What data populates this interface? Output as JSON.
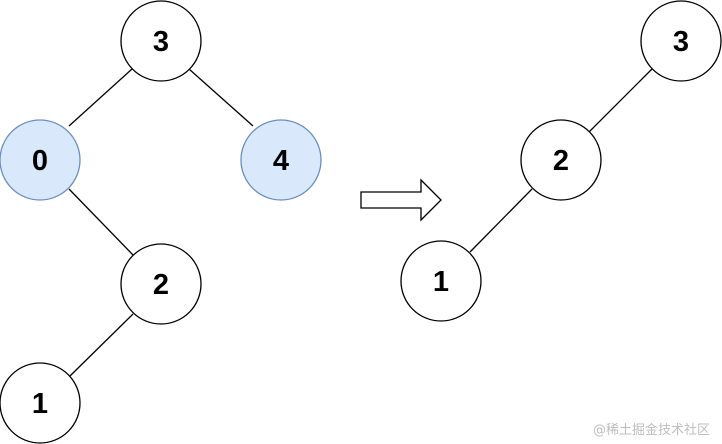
{
  "trees": {
    "left": {
      "nodes": [
        {
          "id": "n3",
          "label": "3",
          "highlight": false
        },
        {
          "id": "n0",
          "label": "0",
          "highlight": true
        },
        {
          "id": "n4",
          "label": "4",
          "highlight": true
        },
        {
          "id": "n2",
          "label": "2",
          "highlight": false
        },
        {
          "id": "n1",
          "label": "1",
          "highlight": false
        }
      ],
      "edges": [
        [
          "n3",
          "n0"
        ],
        [
          "n3",
          "n4"
        ],
        [
          "n0",
          "n2"
        ],
        [
          "n2",
          "n1"
        ]
      ]
    },
    "right": {
      "nodes": [
        {
          "id": "r3",
          "label": "3",
          "highlight": false
        },
        {
          "id": "r2",
          "label": "2",
          "highlight": false
        },
        {
          "id": "r1",
          "label": "1",
          "highlight": false
        }
      ],
      "edges": [
        [
          "r3",
          "r2"
        ],
        [
          "r2",
          "r1"
        ]
      ]
    }
  },
  "colors": {
    "highlight_fill": "#dae8fc",
    "highlight_stroke": "#6c8ebf",
    "default_fill": "#ffffff",
    "stroke": "#000000"
  },
  "watermark": "@稀土掘金技术社区"
}
